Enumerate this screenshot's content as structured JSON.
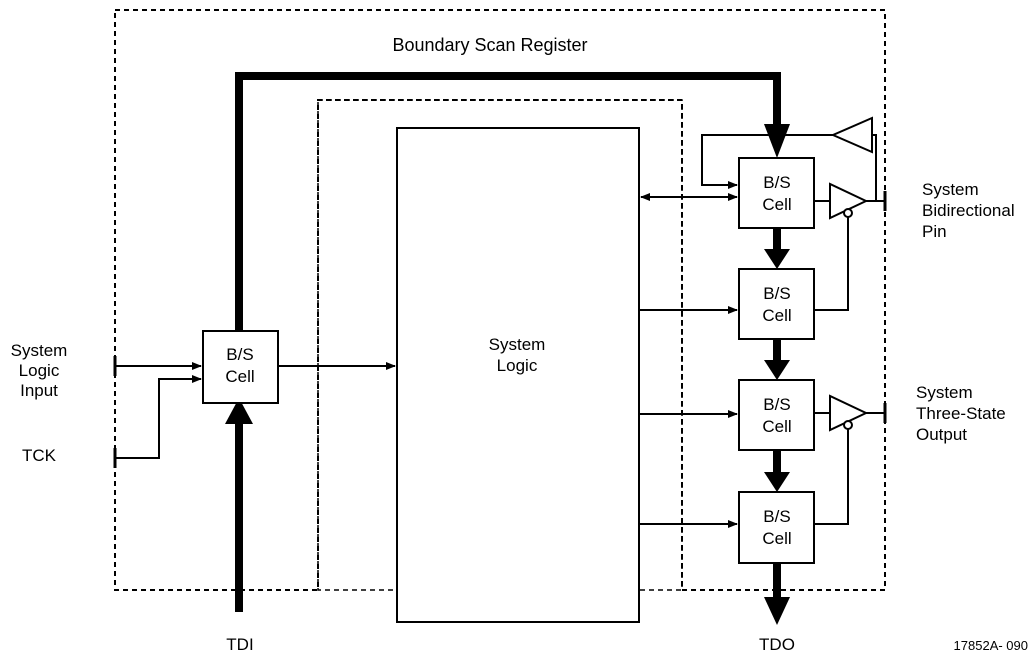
{
  "title": "Boundary Scan Register",
  "system_logic": {
    "line1": "System",
    "line2": "Logic"
  },
  "cell_label": {
    "line1": "B/S",
    "line2": "Cell"
  },
  "inputs": {
    "system_logic_input": {
      "line1": "System",
      "line2": "Logic",
      "line3": "Input"
    },
    "tck": "TCK",
    "tdi": "TDI"
  },
  "outputs": {
    "bidirectional_pin": {
      "line1": "System",
      "line2": "Bidirectional",
      "line3": "Pin"
    },
    "three_state_output": {
      "line1": "System",
      "line2": "Three-State",
      "line3": "Output"
    },
    "tdo": "TDO"
  },
  "figure_id": "17852A- 090"
}
